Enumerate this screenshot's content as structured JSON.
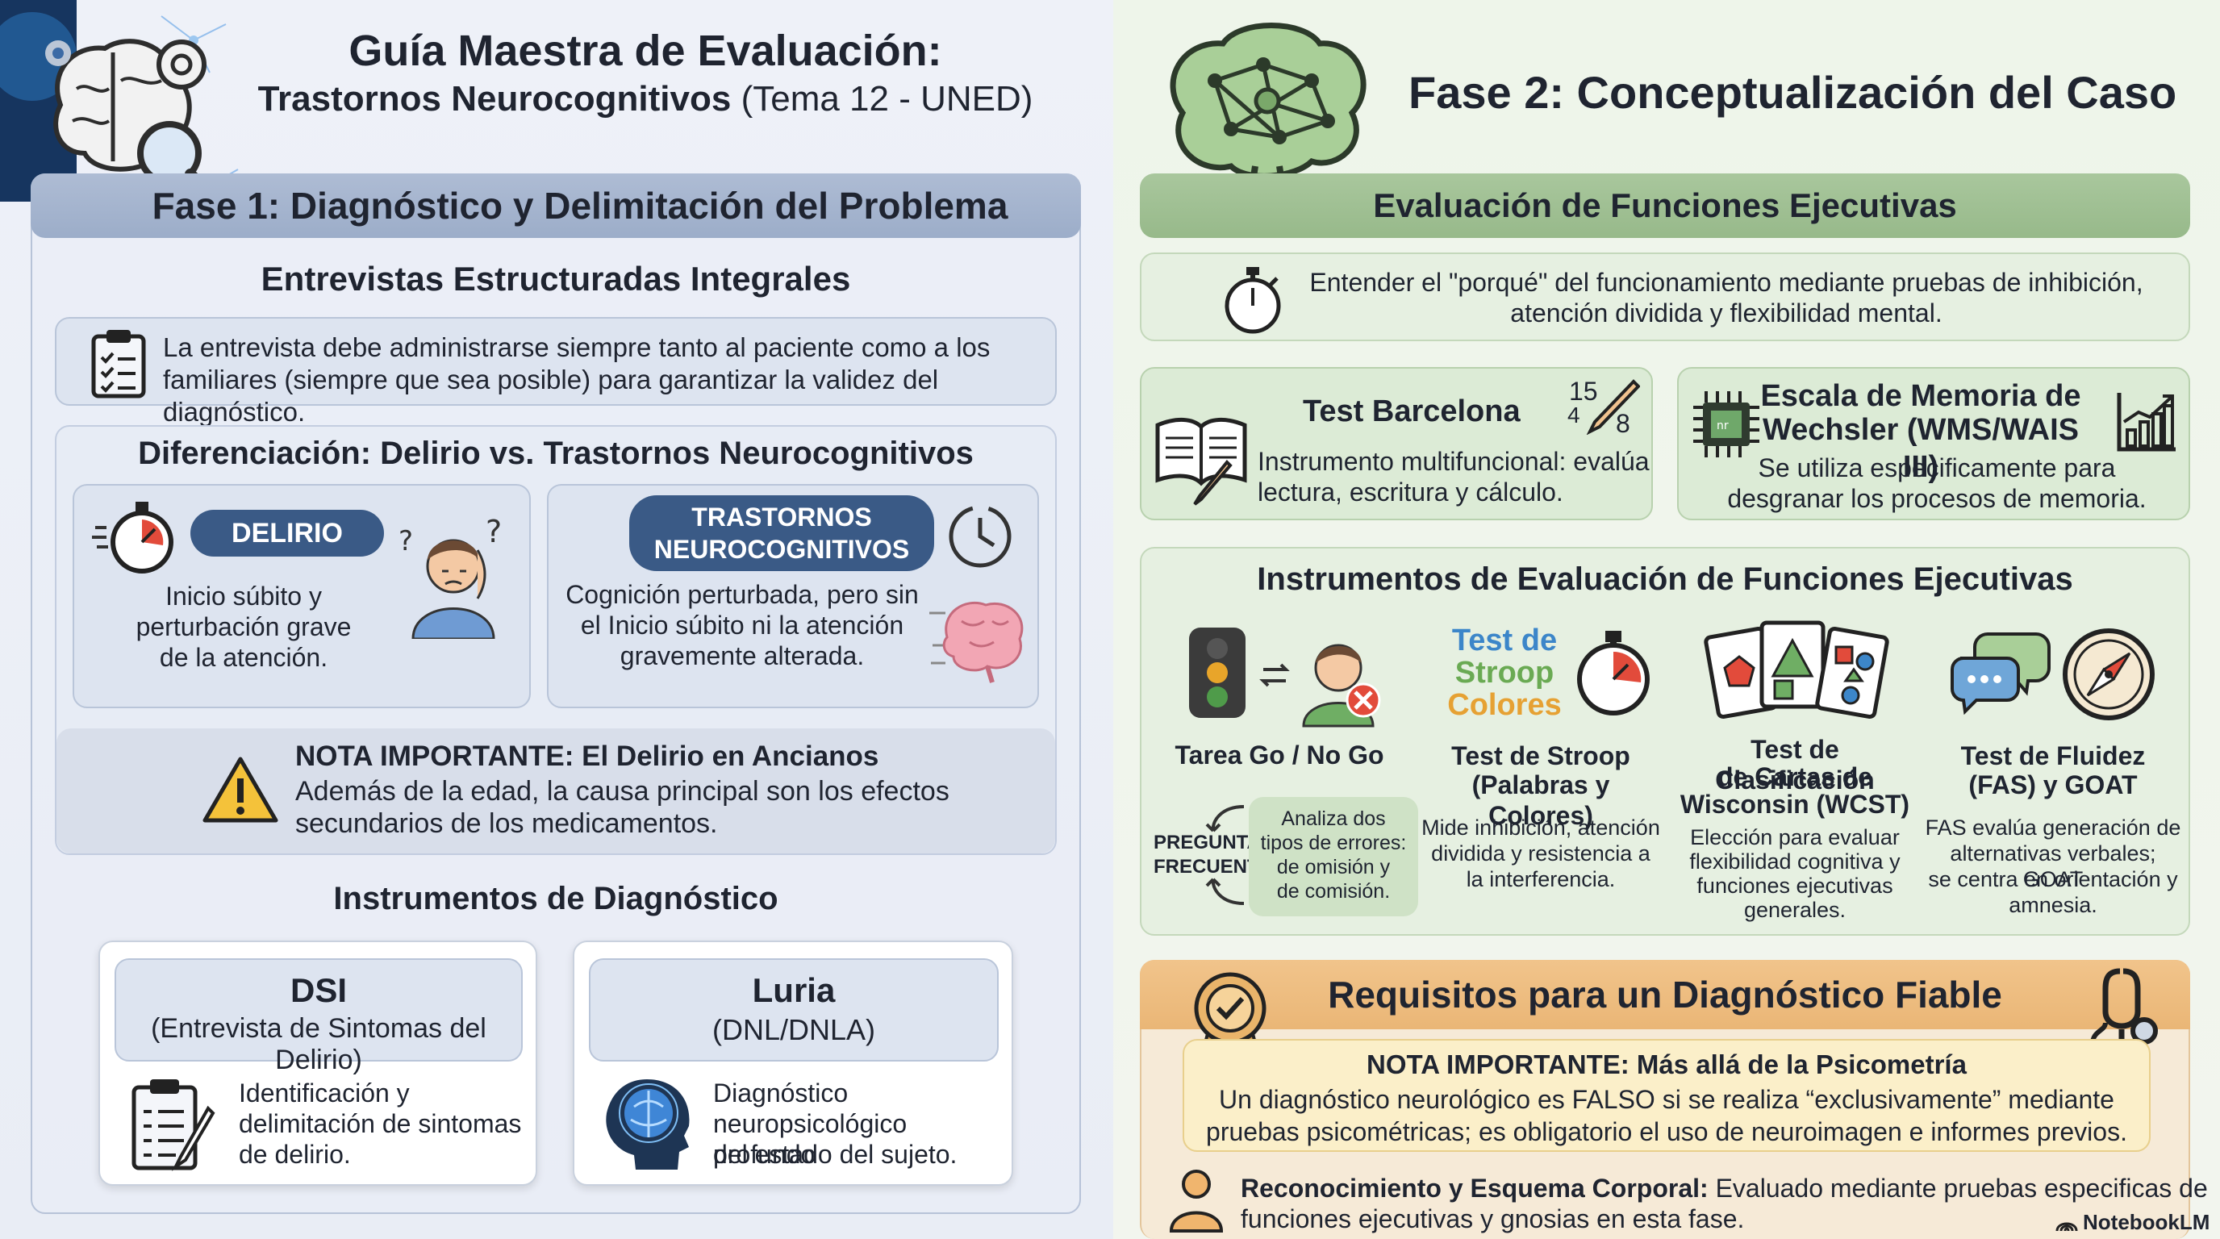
{
  "title": {
    "main": "Guía Maestra de Evaluación:",
    "sub_bold": "Trastornos Neurocognitivos",
    "sub_normal": " (Tema 12 - UNED)"
  },
  "phase1": {
    "header": "Fase 1: Diagnóstico y Delimitación del Problema",
    "interviews": {
      "heading": "Entrevistas Estructuradas Integrales",
      "text_line1": "La entrevista debe administrarse siempre tanto al paciente como a los",
      "text_line2": "familiares (siempre que sea posible) para garantizar la validez del diagnóstico."
    },
    "differentiation": {
      "heading": "Diferenciación: Delirio vs. Trastornos Neurocognitivos",
      "delirio_label": "DELIRIO",
      "delirio_text1": "Inicio súbito y",
      "delirio_text2": "perturbación grave",
      "delirio_text3": "de la atención.",
      "tnc_label1": "TRASTORNOS",
      "tnc_label2": "NEUROCOGNITIVOS",
      "tnc_text1": "Cognición perturbada, pero sin",
      "tnc_text2": "el Inicio súbito ni la atención",
      "tnc_text3": "gravemente alterada."
    },
    "note": {
      "title": "NOTA IMPORTANTE: El Delirio en Ancianos",
      "line1": "Además de la edad, la causa principal son los efectos",
      "line2": "secundarios de los medicamentos."
    },
    "instruments": {
      "heading": "Instrumentos de Diagnóstico",
      "dsi_title": "DSI",
      "dsi_sub": "(Entrevista de Sintomas del Delirio)",
      "dsi_text1": "Identificación y",
      "dsi_text2": "delimitación de sintomas",
      "dsi_text3": "de delirio.",
      "luria_title": "Luria",
      "luria_sub": "(DNL/DNLA)",
      "luria_text1": "Diagnóstico",
      "luria_text2": "neuropsicológico profundo",
      "luria_text3": "del estado del sujeto."
    }
  },
  "phase2": {
    "title": "Fase 2: Conceptualización del Caso",
    "exec_header": "Evaluación de Funciones Ejecutivas",
    "exec_text1": "Entender el \"porqué\" del funcionamiento mediante pruebas de inhibición,",
    "exec_text2": "atención dividida y flexibilidad mental.",
    "barcelona_title": "Test Barcelona",
    "barcelona_text1": "Instrumento multifuncional: evalúa",
    "barcelona_text2": "lectura, escritura y cálculo.",
    "barcelona_digits_top": "15",
    "barcelona_digits_left": "4",
    "barcelona_digits_right": "8",
    "wechsler_title1": "Escala de Memoria de",
    "wechsler_title2": "Wechsler (WMS/WAIS III)",
    "wechsler_text1": "Se utiliza especificamente para",
    "wechsler_text2": "desgranar los procesos de memoria.",
    "instruments_heading": "Instrumentos de Evaluación de Funciones Ejecutivas",
    "gonogo_title": "Tarea Go / No Go",
    "faq_label1": "PREGUNTA",
    "faq_label2": "FRECUENTE",
    "faq_text1": "Analiza dos",
    "faq_text2": "tipos de errores:",
    "faq_text3": "de omisión y",
    "faq_text4": "de comisión.",
    "stroop_word1": "Test de",
    "stroop_word2": "Stroop",
    "stroop_word3": "Colores",
    "stroop_title1": "Test de Stroop",
    "stroop_title2": "(Palabras y Colores)",
    "stroop_text1": "Mide inhibición, atención",
    "stroop_text2": "dividida y resistencia a",
    "stroop_text3": "la interferencia.",
    "wcst_title1": "Test de Clasificación",
    "wcst_title2": "de Cartas de",
    "wcst_title3": "Wisconsin (WCST)",
    "wcst_text1": "Elección para evaluar",
    "wcst_text2": "flexibilidad cognitiva y",
    "wcst_text3": "funciones ejecutivas",
    "wcst_text4": "generales.",
    "fas_title1": "Test de Fluidez",
    "fas_title2": "(FAS) y GOAT",
    "fas_text1": "FAS evalúa generación de",
    "fas_text2": "alternativas verbales; GOAT",
    "fas_text3": "se centra en orientación y",
    "fas_text4": "amnesia.",
    "req_header": "Requisitos para un Diagnóstico Fiable",
    "req_note_title": "NOTA IMPORTANTE: Más allá de la Psicometría",
    "req_note_line1": "Un diagnóstico neurológico es FALSO si se realiza “exclusivamente” mediante",
    "req_note_line2": "pruebas psicométricas; es obligatorio el uso de neuroimagen e informes previos.",
    "req_body_bold": "Reconocimiento y Esquema Corporal:",
    "req_body_rest": " Evaluado mediante pruebas especificas de",
    "req_body_line2": "funciones ejecutivas y gnosias en esta fase.",
    "brand": "NotebookLM"
  },
  "colors": {
    "blue_header": "#9cadc9",
    "green_header": "#97b98a",
    "orange_header": "#eab676",
    "pill_blue": "#3a5a86"
  }
}
